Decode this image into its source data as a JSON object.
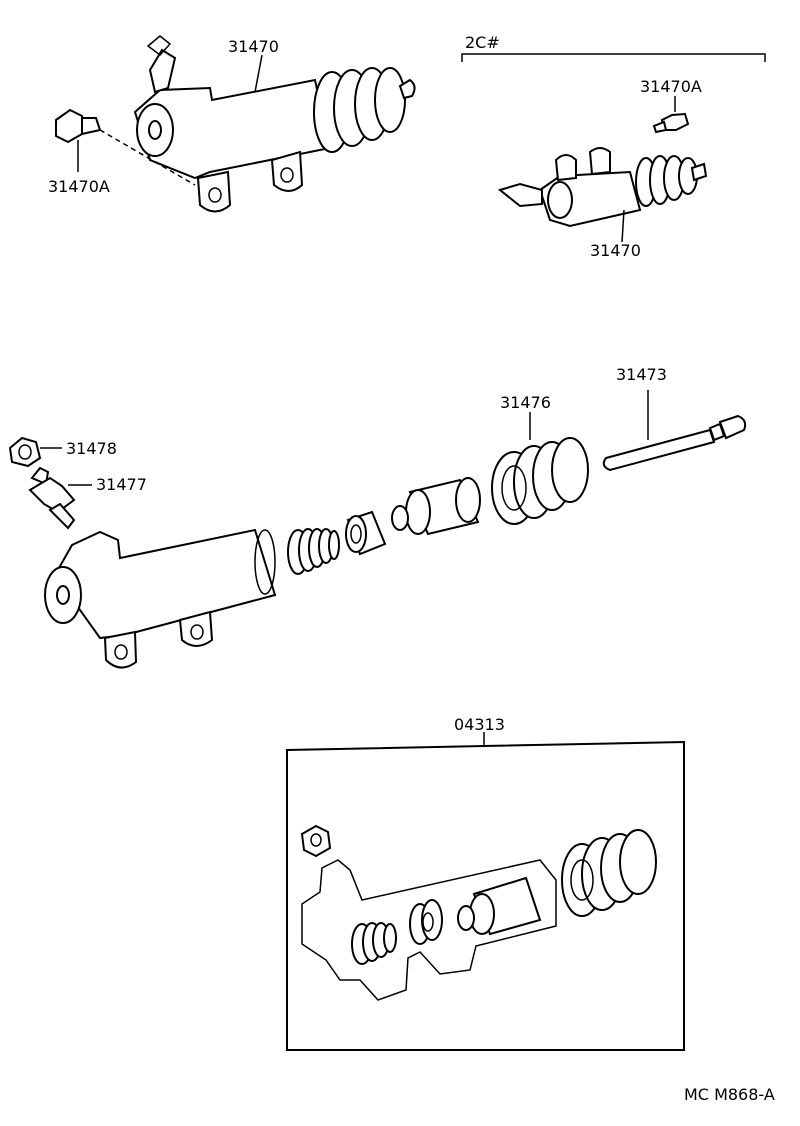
{
  "diagram": {
    "labels": {
      "cylinder_assy_main": "31470",
      "bleeder_plug_main": "31470A",
      "variant_group": "2C#",
      "bleeder_plug_2c": "31470A",
      "cylinder_assy_2c": "31470",
      "bleeder_cap": "31478",
      "bleeder_plug": "31477",
      "boot": "31476",
      "push_rod": "31473",
      "repair_kit": "04313",
      "footer_code": "MC M868-A"
    }
  }
}
